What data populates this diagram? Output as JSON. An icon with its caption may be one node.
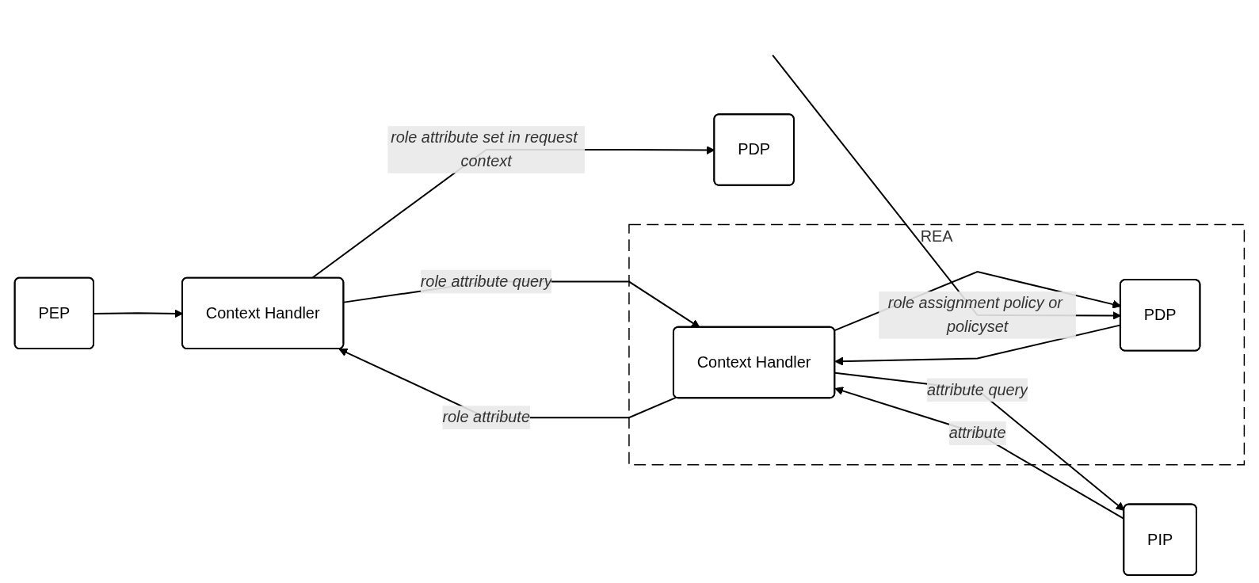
{
  "diagram": {
    "nodes": [
      {
        "text": [
          "PEP"
        ]
      },
      {
        "text": [
          "Context Handler"
        ]
      },
      {
        "text": [
          "PDP"
        ]
      },
      {
        "text": [
          "PIP"
        ]
      },
      {
        "text": [
          "REA"
        ]
      },
      {
        "text": [
          "Context Handler"
        ],
        "in": 4
      },
      {
        "text": [
          "PDP"
        ],
        "in": 4
      }
    ],
    "edges": [
      {
        "from": 0,
        "to": 1,
        "arrow": "to"
      },
      {
        "from": 1,
        "to": 2,
        "arrow": "to",
        "label": "role attribute set in request context"
      },
      {
        "from": 1,
        "to": 5,
        "arrow": "to",
        "label": "role attribute query"
      },
      {
        "from": 5,
        "to": 1,
        "arrow": "to",
        "label": "role attribute"
      },
      {
        "from": 5,
        "to": 3,
        "arrow": "to",
        "label": "attribute query"
      },
      {
        "from": 3,
        "to": 5,
        "arrow": "to",
        "label": "attribute"
      },
      {
        "from": 5,
        "to": 6,
        "arrow": "to"
      },
      {
        "from": 6,
        "to": 5,
        "arrow": "to"
      },
      {
        "from": null,
        "to": 6,
        "arrow": "to",
        "label": "role assignment policy or policyset"
      }
    ]
  }
}
